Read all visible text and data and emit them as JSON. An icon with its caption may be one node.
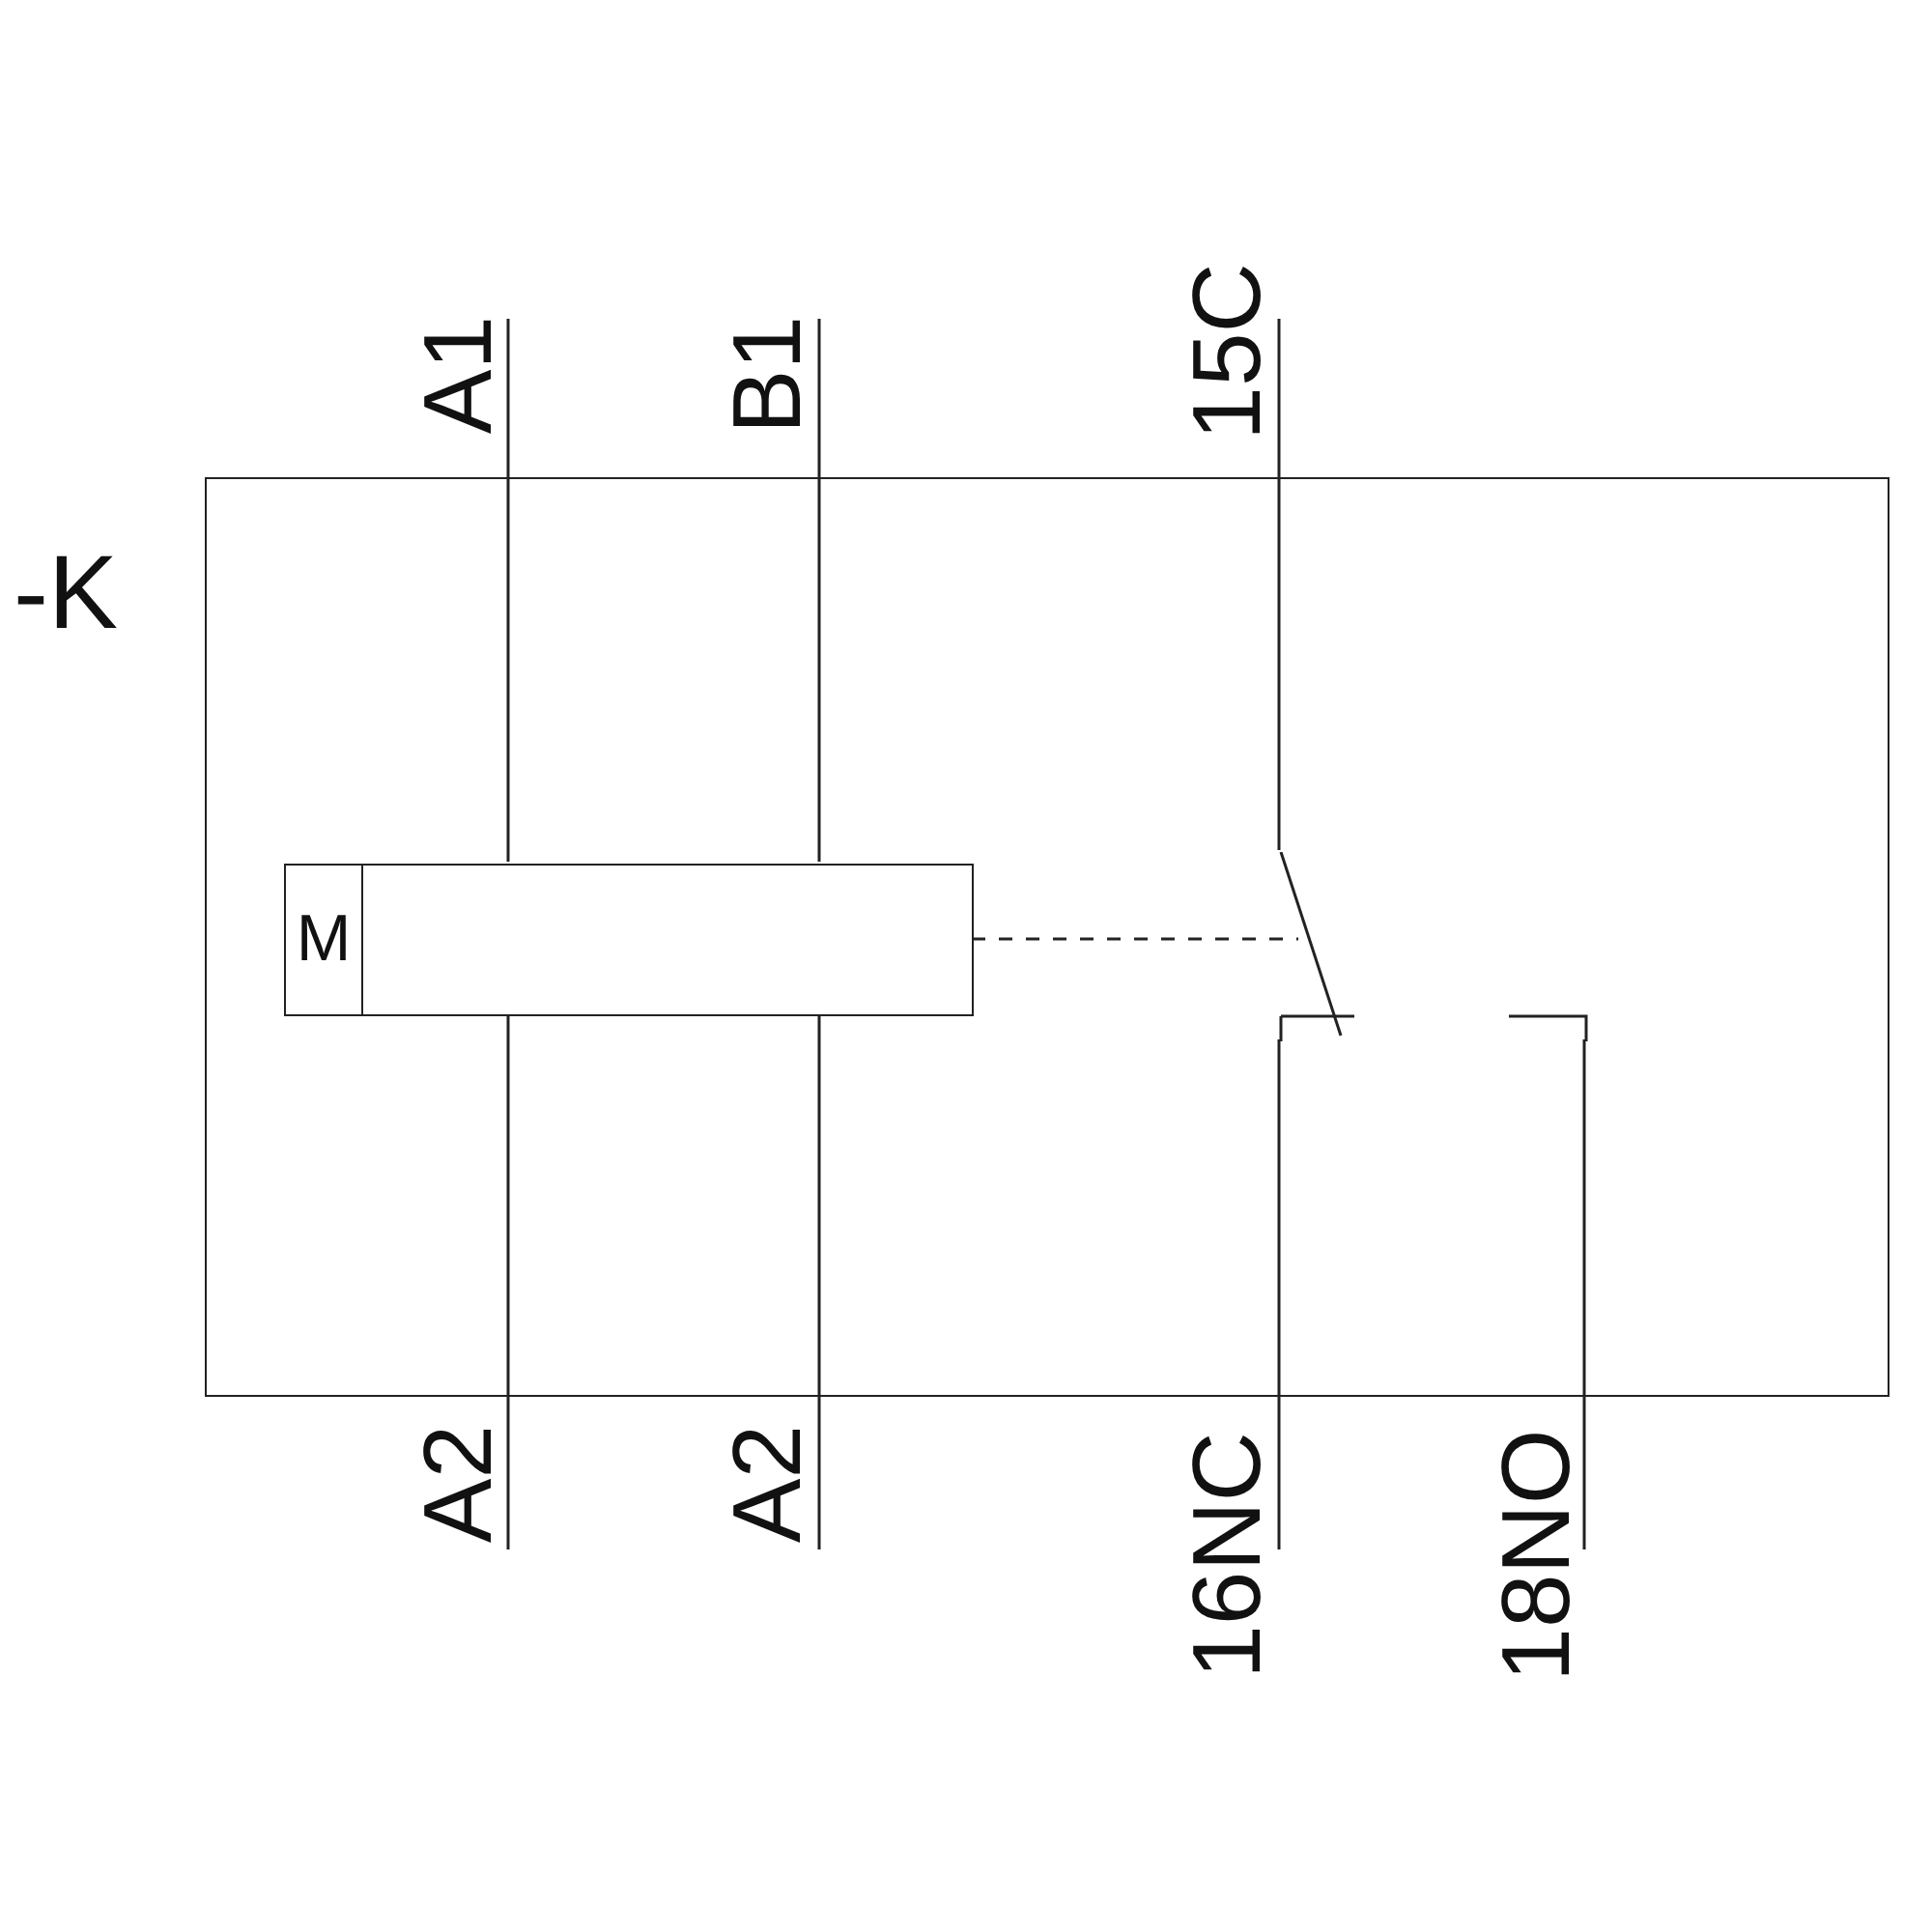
{
  "diagram": {
    "nodes": [
      {
        "text": [
          "-K"
        ]
      },
      {
        "text": [
          "M"
        ],
        "in": 0
      },
      {
        "text": [],
        "shape": "switch",
        "in": 0
      },
      {
        "text": [
          "A1"
        ]
      },
      {
        "text": [
          "B1"
        ]
      },
      {
        "text": [
          "15C"
        ]
      },
      {
        "text": [
          "A2"
        ]
      },
      {
        "text": [
          "A2"
        ]
      },
      {
        "text": [
          "16NC"
        ]
      },
      {
        "text": [
          "18NO"
        ]
      }
    ],
    "edges": [
      {
        "from": 3,
        "to": 1,
        "arrow": "none"
      },
      {
        "from": 4,
        "to": 1,
        "arrow": "none"
      },
      {
        "from": 5,
        "to": 2,
        "arrow": "none"
      },
      {
        "from": 1,
        "to": 2,
        "arrow": "none",
        "style": "dashed"
      },
      {
        "from": 1,
        "to": 6,
        "arrow": "none"
      },
      {
        "from": 1,
        "to": 7,
        "arrow": "none"
      },
      {
        "from": 2,
        "to": 8,
        "arrow": "none"
      },
      {
        "from": 2,
        "to": 9,
        "arrow": "none"
      }
    ]
  }
}
